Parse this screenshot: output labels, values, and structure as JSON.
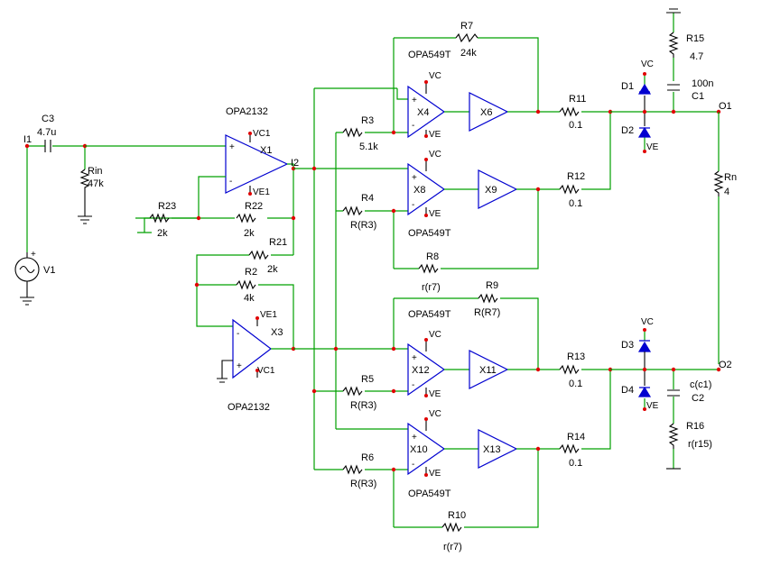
{
  "components": {
    "C3": {
      "name": "C3",
      "value": "4.7u"
    },
    "Rin": {
      "name": "Rin",
      "value": "47k"
    },
    "V1": {
      "name": "V1"
    },
    "I1": {
      "name": "I1"
    },
    "I2": {
      "name": "I2"
    },
    "X1": {
      "name": "X1",
      "model": "OPA2132",
      "pos": "VC1",
      "neg": "VE1"
    },
    "X3": {
      "name": "X3",
      "model": "OPA2132",
      "pos": "VC1",
      "neg": "VE1"
    },
    "R23": {
      "name": "R23",
      "value": "2k"
    },
    "R22": {
      "name": "R22",
      "value": "2k"
    },
    "R21": {
      "name": "R21",
      "value": "2k"
    },
    "R2": {
      "name": "R2",
      "value": "4k"
    },
    "X4": {
      "name": "X4",
      "pos": "VC",
      "neg": "VE"
    },
    "X8": {
      "name": "X8",
      "model": "OPA549T",
      "pos": "VC",
      "neg": "VE"
    },
    "X12": {
      "name": "X12",
      "model": "OPA549T",
      "pos": "VC",
      "neg": "VE"
    },
    "X10": {
      "name": "X10",
      "model": "OPA549T",
      "pos": "VC",
      "neg": "VE"
    },
    "X4model": "OPA549T",
    "X6": "X6",
    "X9": "X9",
    "X11": "X11",
    "X13": "X13",
    "R7": {
      "name": "R7",
      "value": "24k"
    },
    "R3": {
      "name": "R3",
      "value": "5.1k"
    },
    "R4": {
      "name": "R4",
      "value": "R(R3)"
    },
    "R8": {
      "name": "R8",
      "value": "r(r7)"
    },
    "R9": {
      "name": "R9",
      "value": "R(R7)"
    },
    "R5": {
      "name": "R5",
      "value": "R(R3)"
    },
    "R6": {
      "name": "R6",
      "value": "R(R3)"
    },
    "R10": {
      "name": "R10",
      "value": "r(r7)"
    },
    "R11": {
      "name": "R11",
      "value": "0.1"
    },
    "R12": {
      "name": "R12",
      "value": "0.1"
    },
    "R13": {
      "name": "R13",
      "value": "0.1"
    },
    "R14": {
      "name": "R14",
      "value": "0.1"
    },
    "R15": {
      "name": "R15",
      "value": "4.7"
    },
    "C1": {
      "name": "C1",
      "value": "100n"
    },
    "R16": {
      "name": "R16",
      "value": "r(r15)"
    },
    "C2": {
      "name": "C2",
      "value": "c(c1)"
    },
    "Rn": {
      "name": "Rn",
      "value": "4"
    },
    "D1": {
      "name": "D1",
      "rail": "VC"
    },
    "D2": {
      "name": "D2",
      "rail": "VE"
    },
    "D3": {
      "name": "D3",
      "rail": "VC"
    },
    "D4": {
      "name": "D4",
      "rail": "VE"
    },
    "O1": "O1",
    "O2": "O2"
  },
  "colors": {
    "wire": "#00a000",
    "opamp": "#0000d0",
    "node": "#e00000"
  }
}
